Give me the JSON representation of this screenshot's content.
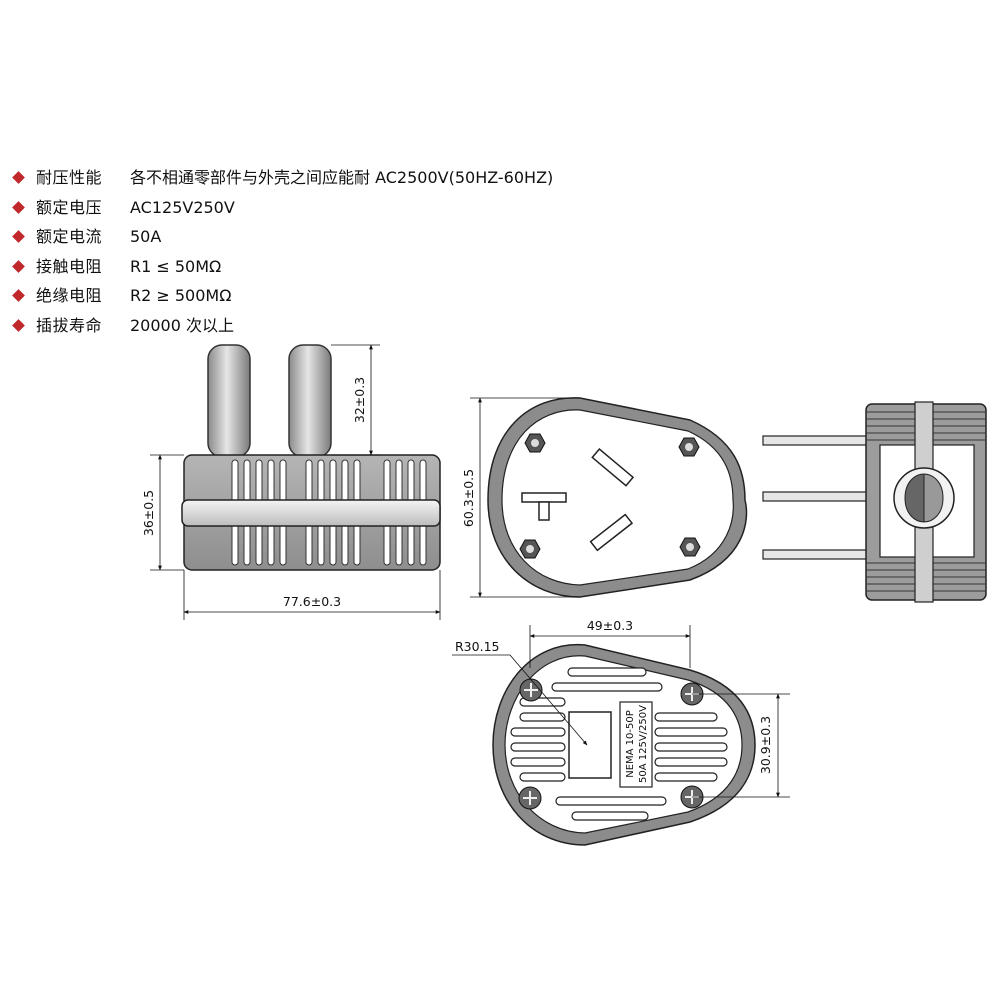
{
  "specs": [
    {
      "label": "耐压性能",
      "value": "各不相通零部件与外壳之间应能耐 AC2500V(50HZ-60HZ)"
    },
    {
      "label": "额定电压",
      "value": "AC125V250V"
    },
    {
      "label": "额定电流",
      "value": "50A"
    },
    {
      "label": "接触电阻",
      "value": "R1 ≤ 50MΩ"
    },
    {
      "label": "绝缘电阻",
      "value": "R2 ≥ 500MΩ"
    },
    {
      "label": "插拔寿命",
      "value": "20000 次以上"
    }
  ],
  "dimensions": {
    "pin_length": "32±0.3",
    "side_height": "36±0.5",
    "side_width": "77.6±0.3",
    "front_height": "60.3±0.5",
    "back_width": "49±0.3",
    "radius": "R30.15",
    "back_height": "30.9±0.3"
  },
  "plug_label": {
    "line1": "NEMA 10-50P",
    "line2": "50A 125V/250V"
  },
  "colors": {
    "bullet": "#c0282c",
    "body": "#9a9a9a",
    "body_dark": "#3a3a3a"
  }
}
